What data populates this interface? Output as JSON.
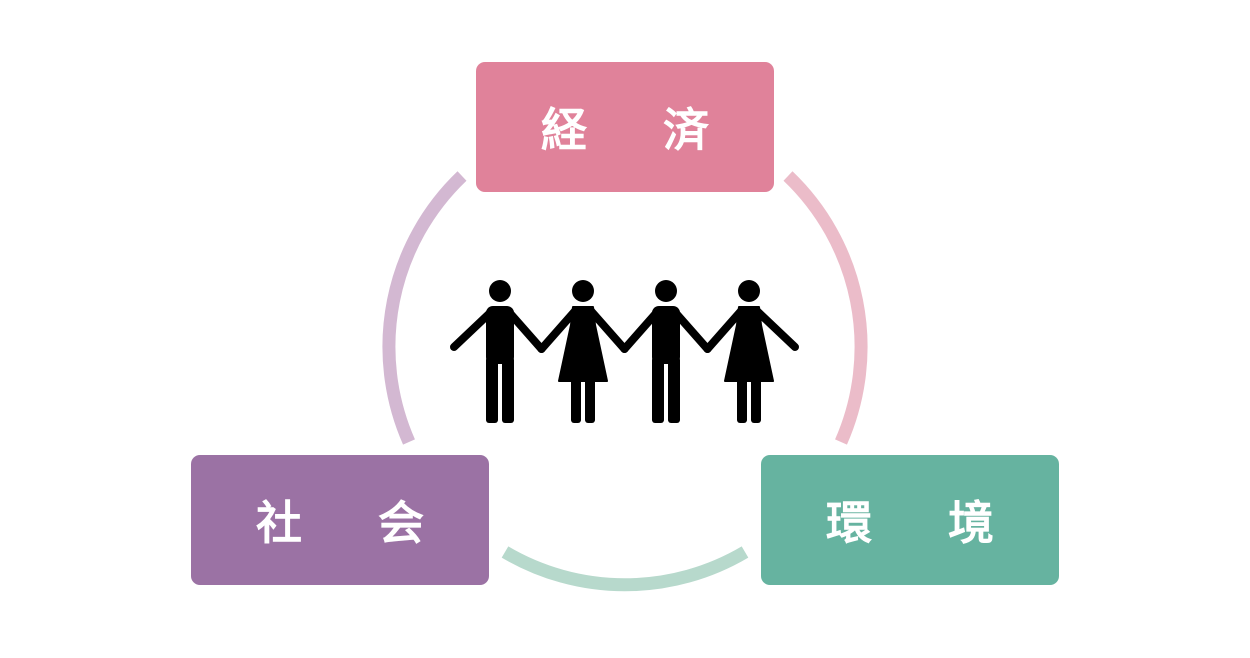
{
  "diagram": {
    "nodes": [
      {
        "id": "economy",
        "label": "経 済",
        "color": "#e0829a"
      },
      {
        "id": "society",
        "label": "社 会",
        "color": "#9b72a4"
      },
      {
        "id": "environment",
        "label": "環 境",
        "color": "#66b3a0"
      }
    ],
    "arcs": [
      {
        "from": "economy",
        "to": "environment",
        "color": "#ebbcc9"
      },
      {
        "from": "environment",
        "to": "society",
        "color": "#b7d9cc"
      },
      {
        "from": "society",
        "to": "economy",
        "color": "#d3b8d2"
      }
    ],
    "center_icon": "people-holding-hands-icon",
    "figures": [
      "man",
      "woman",
      "man",
      "woman"
    ],
    "icon_color": "#000000"
  }
}
